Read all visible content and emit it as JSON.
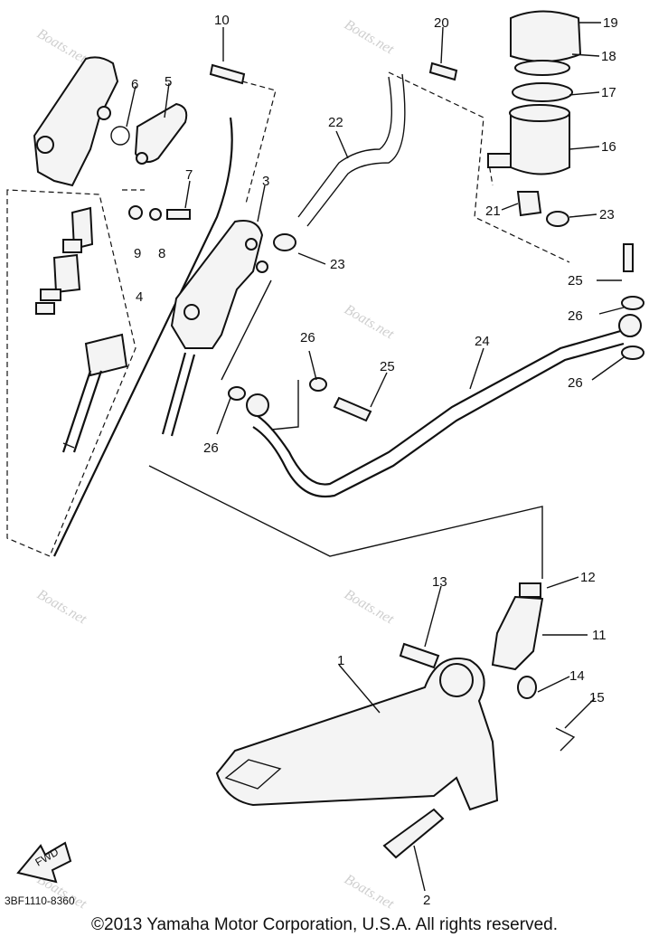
{
  "watermark_text": "Boats.net",
  "diagram_code": "3BF1110-8360",
  "copyright": "©2013 Yamaha Motor Corporation, U.S.A. All rights reserved.",
  "front_arrow_text": "FWD",
  "callouts": [
    "1",
    "2",
    "3",
    "4",
    "5",
    "6",
    "7",
    "8",
    "9",
    "10",
    "11",
    "12",
    "13",
    "14",
    "15",
    "16",
    "17",
    "18",
    "19",
    "20",
    "21",
    "22",
    "23",
    "23",
    "24",
    "25",
    "25",
    "26",
    "26",
    "26",
    "26"
  ]
}
